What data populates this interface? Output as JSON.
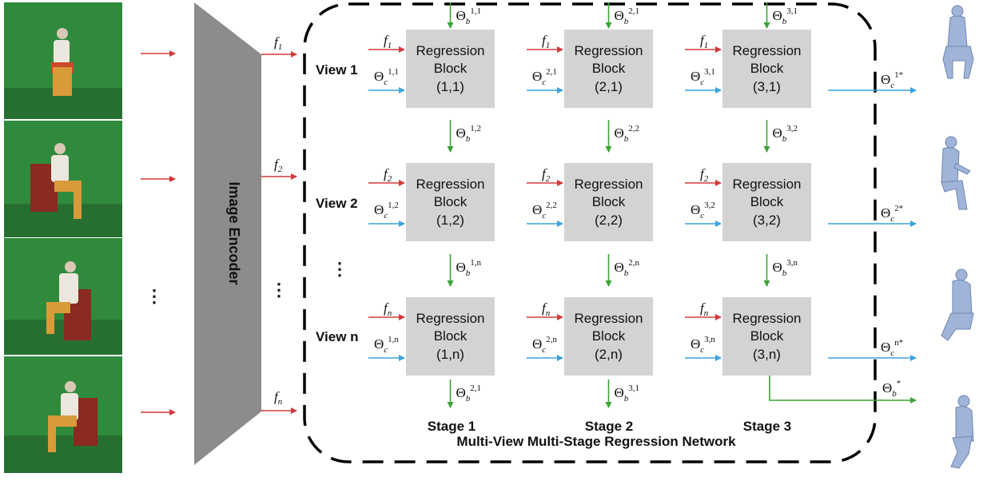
{
  "encoder_label": "Image Encoder",
  "network_label": "Multi-View Multi-Stage Regression Network",
  "block_title": [
    "Regression",
    "Block"
  ],
  "stages": [
    "Stage 1",
    "Stage 2",
    "Stage 3"
  ],
  "views": [
    {
      "label": "View 1",
      "idx": "1",
      "f_sub": "1",
      "camera_out": "1*"
    },
    {
      "label": "View 2",
      "idx": "2",
      "f_sub": "2",
      "camera_out": "2*"
    },
    {
      "label": "View n",
      "idx": "n",
      "f_sub": "n",
      "camera_out": "n*"
    }
  ],
  "theta_b_top": [
    "1,1",
    "2,1",
    "3,1"
  ],
  "theta_b_mid1": [
    "1,2",
    "2,2",
    "3,2"
  ],
  "theta_b_mid2": [
    "1,n",
    "2,n",
    "3,n"
  ],
  "theta_b_bottom": [
    "2,1",
    "3,1"
  ],
  "encoder_features": [
    "1",
    "2",
    "n"
  ],
  "body_out_sup": "*",
  "ellipsis": "⋮",
  "colors": {
    "feature_arrow": "#d23a3a",
    "camera_arrow": "#3aa3e0",
    "body_arrow": "#3aa435",
    "block_fill": "#d3d3d3",
    "encoder_fill": "#8c8c8c",
    "photo_green": "#2f8a3c",
    "mesh_color": "#9fb4d8"
  },
  "icons": [
    "person-photo",
    "body-mesh"
  ]
}
